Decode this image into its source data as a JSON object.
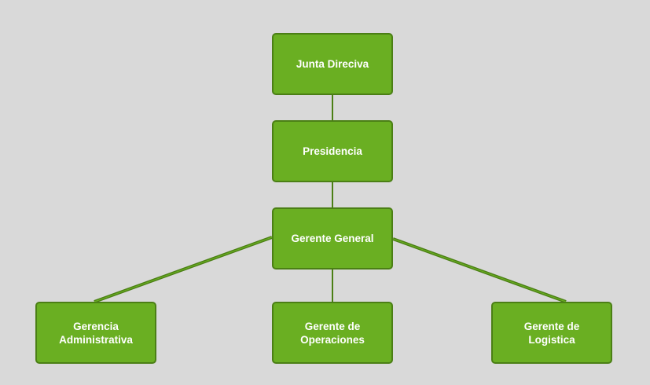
{
  "chart": {
    "nodes": [
      {
        "id": "junta",
        "label": "Junta Direciva"
      },
      {
        "id": "presidencia",
        "label": "Presidencia"
      },
      {
        "id": "gerente_general",
        "label": "Gerente General"
      },
      {
        "id": "gerencia_administrativa",
        "label": "Gerencia Administrativa"
      },
      {
        "id": "gerente_operaciones",
        "label": "Gerente de Operaciones"
      },
      {
        "id": "gerente_logistica",
        "label": "Gerente de Logistica"
      }
    ],
    "edges": [
      {
        "from": "junta",
        "to": "presidencia"
      },
      {
        "from": "presidencia",
        "to": "gerente_general"
      },
      {
        "from": "gerente_general",
        "to": "gerencia_administrativa"
      },
      {
        "from": "gerente_general",
        "to": "gerente_operaciones"
      },
      {
        "from": "gerente_general",
        "to": "gerente_logistica"
      }
    ]
  },
  "colors": {
    "background": "#d9d9d9",
    "node_fill": "#6aaf22",
    "node_border": "#4b7f15",
    "connector": "#4b7f15",
    "text": "#ffffff"
  }
}
